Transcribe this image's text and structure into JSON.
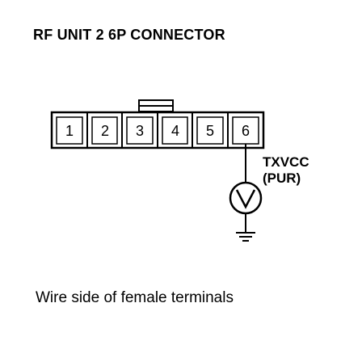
{
  "title": "RF UNIT 2 6P CONNECTOR",
  "connector": {
    "pins": [
      "1",
      "2",
      "3",
      "4",
      "5",
      "6"
    ]
  },
  "probe": {
    "signal": "TXVCC",
    "wire_color": "(PUR)",
    "meter": "voltmeter-icon",
    "ground": "ground-icon"
  },
  "caption": "Wire side of female terminals"
}
